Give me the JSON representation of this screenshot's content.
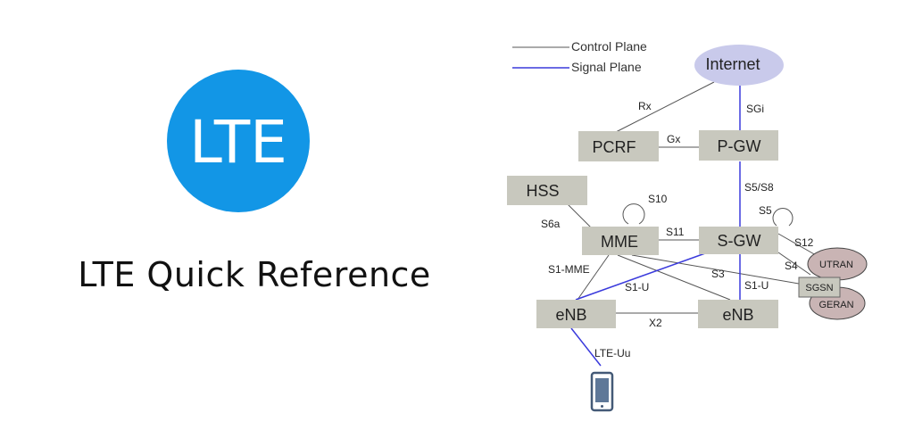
{
  "app": {
    "logo_text": "LTE",
    "title": "LTE Quick Reference",
    "logo_color": "#1296e6"
  },
  "legend": {
    "control_plane": "Control Plane",
    "signal_plane": "Signal Plane",
    "control_color": "#555555",
    "signal_color": "#3a3adc"
  },
  "nodes": {
    "internet": "Internet",
    "pcrf": "PCRF",
    "pgw": "P-GW",
    "hss": "HSS",
    "mme": "MME",
    "sgw": "S-GW",
    "enb1": "eNB",
    "enb2": "eNB",
    "utran": "UTRAN",
    "sgsn": "SGSN",
    "geran": "GERAN"
  },
  "interfaces": {
    "rx": "Rx",
    "sgi": "SGi",
    "gx": "Gx",
    "s5s8": "S5/S8",
    "s10": "S10",
    "s5": "S5",
    "s6a": "S6a",
    "s11": "S11",
    "s12": "S12",
    "s4": "S4",
    "s1mme": "S1-MME",
    "s3": "S3",
    "s1u_left": "S1-U",
    "s1u_right": "S1-U",
    "x2": "X2",
    "lteuu": "LTE-Uu"
  },
  "icons": {
    "device": "smartphone-icon"
  }
}
